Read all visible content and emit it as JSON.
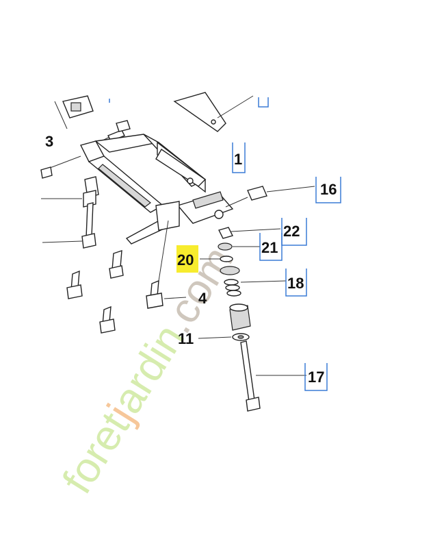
{
  "callouts": [
    {
      "id": "1",
      "label": "1"
    },
    {
      "id": "3",
      "label": "3"
    },
    {
      "id": "4",
      "label": "4"
    },
    {
      "id": "11",
      "label": "11"
    },
    {
      "id": "16",
      "label": "16"
    },
    {
      "id": "17",
      "label": "17"
    },
    {
      "id": "18",
      "label": "18"
    },
    {
      "id": "20",
      "label": "20",
      "highlighted": true
    },
    {
      "id": "21",
      "label": "21"
    },
    {
      "id": "22",
      "label": "22"
    }
  ],
  "watermark": {
    "text_prefix": "foret",
    "text_mid": "j",
    "text_suffix": "ardin",
    "text_domain": ".com"
  },
  "colors": {
    "highlight": "#f7ec2e",
    "box": "#3a7bd5",
    "watermark_green": "#d6ecae",
    "watermark_orange": "#f6c79a",
    "watermark_gray": "#cfc7bd"
  }
}
